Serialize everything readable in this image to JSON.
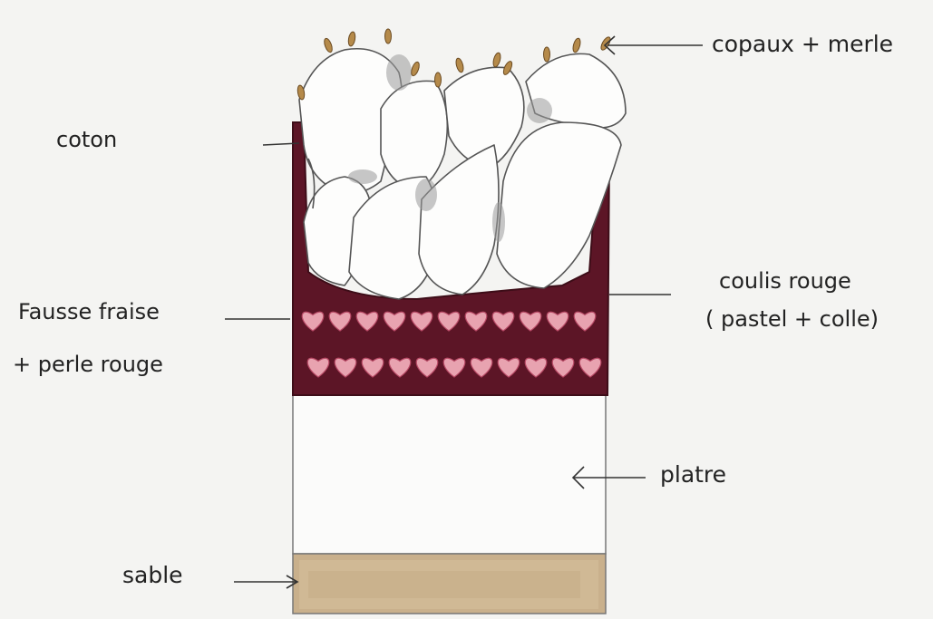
{
  "labels": {
    "copaux": "copaux + merle",
    "coton": "coton",
    "coulis_line1": "coulis rouge",
    "coulis_line2": "( pastel + colle)",
    "fraise_line1": "Fausse fraise",
    "fraise_line2": "+ perle rouge",
    "platre": "platre",
    "sable": "sable"
  },
  "colors": {
    "paper": "#f4f4f2",
    "coulis": "#5c1526",
    "heart": "#e8a3b0",
    "heart_dark": "#b84a66",
    "sand": "#c9b08c",
    "pencil": "#555555",
    "seed": "#b58a4a"
  }
}
